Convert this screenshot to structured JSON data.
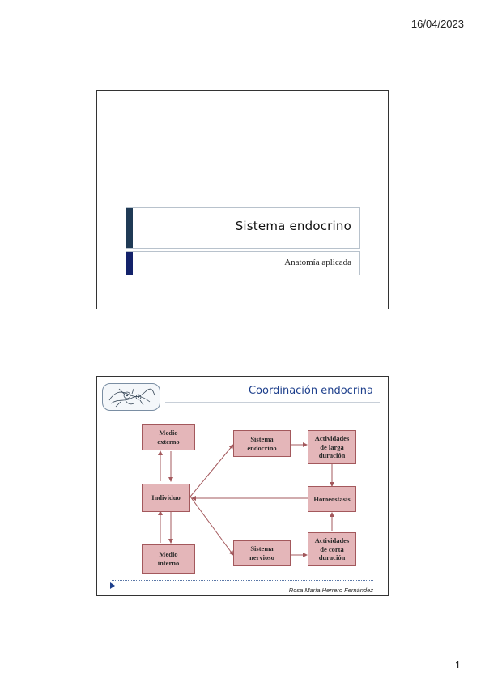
{
  "header": {
    "date": "16/04/2023"
  },
  "slide1": {
    "title": "Sistema endocrino",
    "subtitle": "Anatomía aplicada"
  },
  "slide2": {
    "title": "Coordinación endocrina",
    "logo_icon": "anatomy-illustration-icon",
    "nodes": {
      "medio_externo": "Medio\nexterno",
      "individuo": "Individuo",
      "medio_interno": "Medio\ninterno",
      "sistema_endocrino": "Sistema\nendocrino",
      "sistema_nervioso": "Sistema\nnervioso",
      "actividades_larga": "Actividades\nde larga\nduración",
      "homeostasis": "Homeostasis",
      "actividades_corta": "Actividades\nde corta\nduración"
    },
    "footer_author": "Rosa María Herrero Fernández"
  },
  "footer": {
    "page_number": "1"
  },
  "colors": {
    "node_fill": "#e4b6b9",
    "node_border": "#a3585c",
    "arrow": "#a3585c",
    "title_blue": "#1d3f8c",
    "bar_dark": "#1f3a55"
  }
}
